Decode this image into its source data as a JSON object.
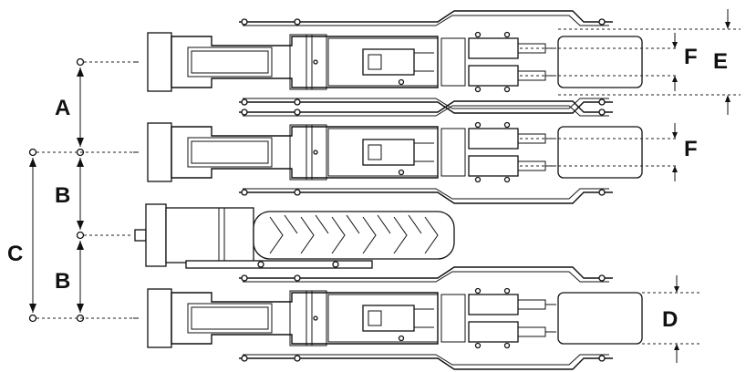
{
  "labels": {
    "a": "A",
    "b1": "B",
    "b2": "B",
    "c": "C",
    "d": "D",
    "e": "E",
    "f1": "F",
    "f2": "F"
  },
  "colors": {
    "ink": "#111111",
    "background": "#ffffff"
  }
}
